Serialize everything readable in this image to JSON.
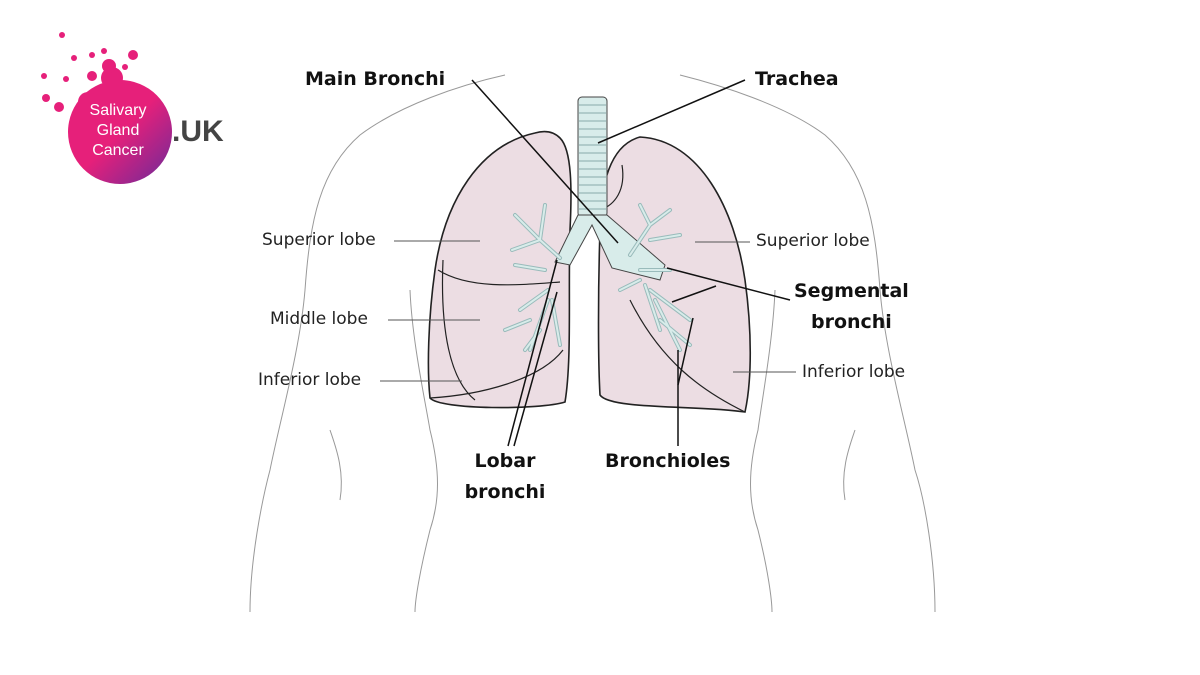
{
  "logo": {
    "line1": "Salivary",
    "line2": "Gland",
    "line3": "Cancer",
    "suffix": ".UK",
    "colors": {
      "pink": "#e6207a",
      "purple": "#6a2a9a"
    }
  },
  "labels": {
    "main_bronchi": "Main Bronchi",
    "trachea": "Trachea",
    "superior_lobe_left": "Superior lobe",
    "middle_lobe": "Middle lobe",
    "inferior_lobe_left": "Inferior lobe",
    "superior_lobe_right": "Superior lobe",
    "segmental_line1": "Segmental",
    "segmental_line2": "bronchi",
    "inferior_lobe_right": "Inferior lobe",
    "lobar_line1": "Lobar",
    "lobar_line2": "bronchi",
    "bronchioles": "Bronchioles"
  },
  "colors": {
    "lung": "#ecdde3",
    "airway": "#d8ecea"
  }
}
